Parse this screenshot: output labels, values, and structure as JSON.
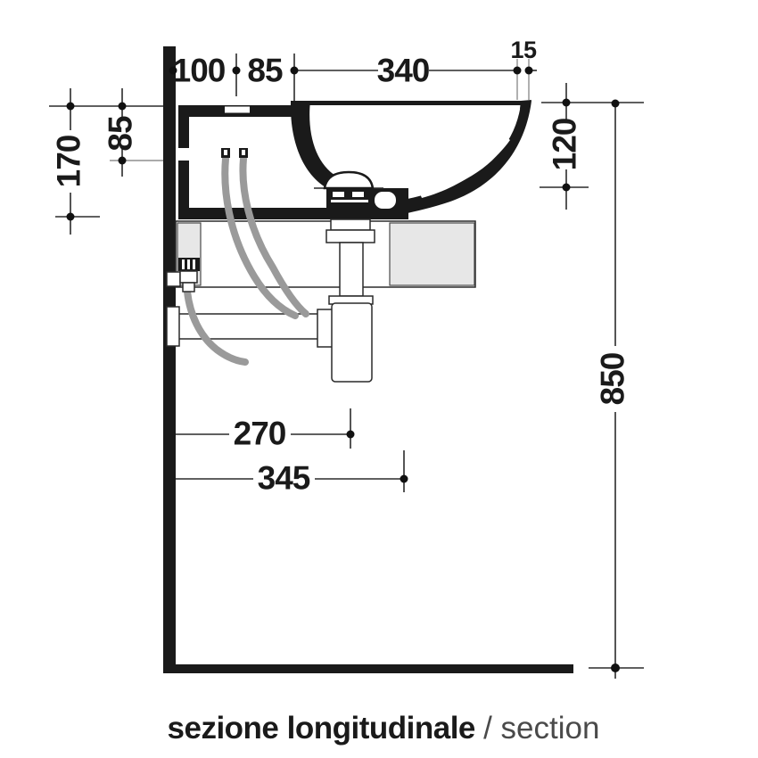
{
  "drawing": {
    "type": "technical-section-washbasin",
    "dimensions": {
      "top_wall_to_back": "100",
      "top_back_section": "85",
      "top_bowl_width": "340",
      "top_rim_edge": "15",
      "left_total_height": "170",
      "left_upper_height": "85",
      "right_bowl_depth": "120",
      "right_floor_height": "850",
      "bottom_wall_to_drain": "270",
      "bottom_wall_to_front": "345"
    },
    "caption": {
      "primary": "sezione longitudinale ",
      "secondary": "/ section"
    },
    "colors": {
      "ink": "#1a1a1a",
      "dimension_line": "#2b2b2b",
      "hose_gray": "#9a9a9a",
      "bracket_fill": "#e7e7e7",
      "caption_secondary": "#4a4a4a"
    }
  }
}
